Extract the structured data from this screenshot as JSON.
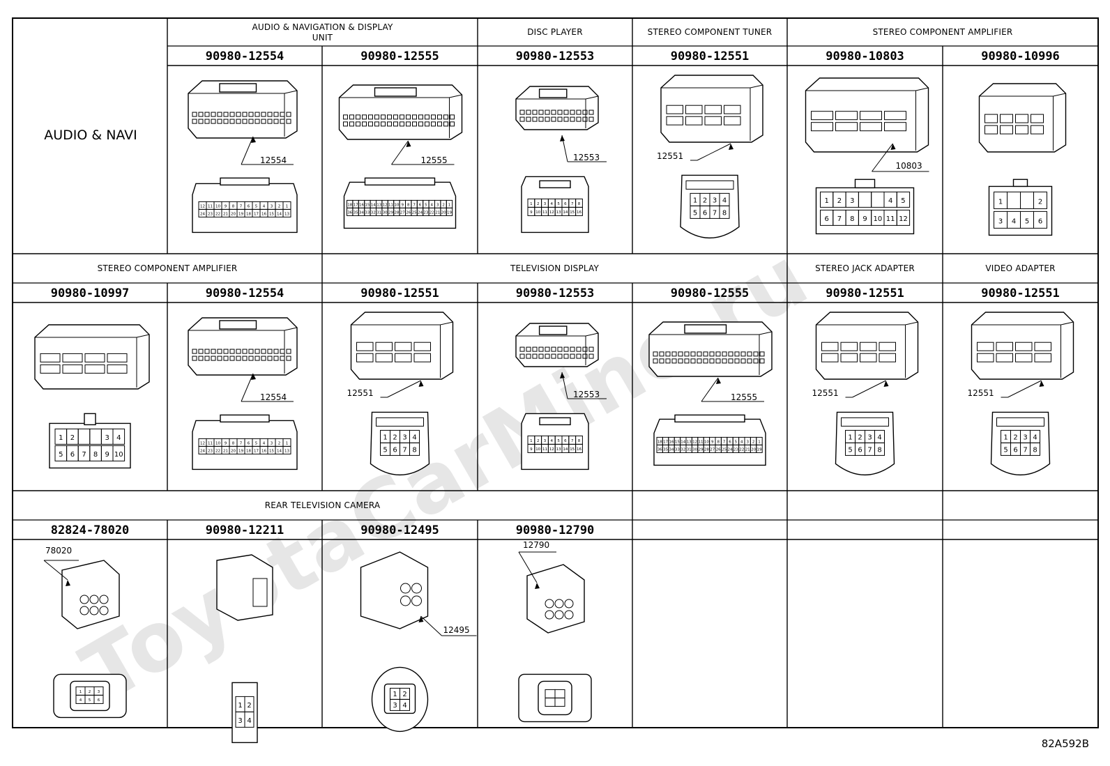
{
  "watermark": "ToyotaCarMine.ru",
  "diagram_code": "82A592B",
  "main_label": "AUDIO & NAVI",
  "sections": [
    {
      "id": "r1s1",
      "line1": "AUDIO & NAVIGATION & DISPLAY",
      "line2": "UNIT"
    },
    {
      "id": "r1s2",
      "line1": "DISC PLAYER",
      "line2": ""
    },
    {
      "id": "r1s3",
      "line1": "STEREO COMPONENT TUNER",
      "line2": ""
    },
    {
      "id": "r1s4",
      "line1": "STEREO COMPONENT AMPLIFIER",
      "line2": ""
    },
    {
      "id": "r2s1",
      "line1": "STEREO COMPONENT AMPLIFIER",
      "line2": ""
    },
    {
      "id": "r2s2",
      "line1": "TELEVISION DISPLAY",
      "line2": ""
    },
    {
      "id": "r2s3",
      "line1": "STEREO JACK ADAPTER",
      "line2": ""
    },
    {
      "id": "r2s4",
      "line1": "VIDEO ADAPTER",
      "line2": ""
    },
    {
      "id": "r3s1",
      "line1": "REAR TELEVISION CAMERA",
      "line2": ""
    }
  ],
  "connectors": [
    {
      "id": "r1c2",
      "part": "90980-12554",
      "callout": "12554",
      "type": "wide2",
      "pins": [
        "12",
        "11",
        "10",
        "9",
        "8",
        "7",
        "6",
        "5",
        "4",
        "3",
        "2",
        "1",
        "24",
        "23",
        "22",
        "21",
        "20",
        "19",
        "18",
        "17",
        "16",
        "15",
        "14",
        "13"
      ]
    },
    {
      "id": "r1c3",
      "part": "90980-12555",
      "callout": "12555",
      "type": "wide3",
      "pins": [
        "18",
        "17",
        "16",
        "15",
        "14",
        "13",
        "12",
        "11",
        "10",
        "9",
        "8",
        "7",
        "6",
        "5",
        "4",
        "3",
        "2",
        "1",
        "36",
        "35",
        "34",
        "33",
        "32",
        "31",
        "30",
        "29",
        "28",
        "27",
        "26",
        "25",
        "24",
        "23",
        "22",
        "21",
        "20",
        "19"
      ]
    },
    {
      "id": "r1c4",
      "part": "90980-12553",
      "callout": "12553",
      "type": "mid16",
      "pins": [
        "1",
        "2",
        "3",
        "4",
        "5",
        "6",
        "7",
        "8",
        "9",
        "10",
        "11",
        "12",
        "13",
        "14",
        "15",
        "16"
      ]
    },
    {
      "id": "r1c5",
      "part": "90980-12551",
      "callout": "12551",
      "type": "sq8",
      "pins": [
        "1",
        "2",
        "3",
        "4",
        "5",
        "6",
        "7",
        "8"
      ]
    },
    {
      "id": "r1c6",
      "part": "90980-10803",
      "callout": "10803",
      "type": "amp12",
      "pins": [
        "1",
        "2",
        "3",
        "4",
        "5",
        "6",
        "7",
        "8",
        "9",
        "10",
        "11",
        "12"
      ]
    },
    {
      "id": "r1c7",
      "part": "90980-10996",
      "callout": "",
      "type": "amp6",
      "pins": [
        "1",
        "2",
        "3",
        "4",
        "5",
        "6"
      ]
    },
    {
      "id": "r2c1",
      "part": "90980-10997",
      "callout": "",
      "type": "amp10",
      "pins": [
        "1",
        "2",
        "3",
        "4",
        "5",
        "6",
        "7",
        "8",
        "9",
        "10"
      ]
    },
    {
      "id": "r2c2",
      "part": "90980-12554",
      "callout": "12554",
      "type": "wide2",
      "pins": [
        "12",
        "11",
        "10",
        "9",
        "8",
        "7",
        "6",
        "5",
        "4",
        "3",
        "2",
        "1",
        "24",
        "23",
        "22",
        "21",
        "20",
        "19",
        "18",
        "17",
        "16",
        "15",
        "14",
        "13"
      ]
    },
    {
      "id": "r2c3",
      "part": "90980-12551",
      "callout": "12551",
      "type": "sq8",
      "pins": [
        "1",
        "2",
        "3",
        "4",
        "5",
        "6",
        "7",
        "8"
      ]
    },
    {
      "id": "r2c4",
      "part": "90980-12553",
      "callout": "12553",
      "type": "mid16",
      "pins": [
        "1",
        "2",
        "3",
        "4",
        "5",
        "6",
        "7",
        "8",
        "9",
        "10",
        "11",
        "12",
        "13",
        "14",
        "15",
        "16"
      ]
    },
    {
      "id": "r2c5",
      "part": "90980-12555",
      "callout": "12555",
      "type": "wide3",
      "pins": [
        "18",
        "17",
        "16",
        "15",
        "14",
        "13",
        "12",
        "11",
        "10",
        "9",
        "8",
        "7",
        "6",
        "5",
        "4",
        "3",
        "2",
        "1",
        "36",
        "35",
        "34",
        "33",
        "32",
        "31",
        "30",
        "29",
        "28",
        "27",
        "26",
        "25",
        "24",
        "23",
        "22",
        "21",
        "20",
        "19"
      ]
    },
    {
      "id": "r2c6",
      "part": "90980-12551",
      "callout": "12551",
      "type": "sq8",
      "pins": [
        "1",
        "2",
        "3",
        "4",
        "5",
        "6",
        "7",
        "8"
      ]
    },
    {
      "id": "r2c7",
      "part": "90980-12551",
      "callout": "12551",
      "type": "sq8",
      "pins": [
        "1",
        "2",
        "3",
        "4",
        "5",
        "6",
        "7",
        "8"
      ]
    },
    {
      "id": "r3c1",
      "part": "82824-78020",
      "callout": "78020",
      "type": "cam6",
      "pins": [
        "1",
        "2",
        "3",
        "4",
        "5",
        "6"
      ]
    },
    {
      "id": "r3c2",
      "part": "90980-12211",
      "callout": "",
      "type": "small4",
      "pins": [
        "1",
        "2",
        "3",
        "4"
      ]
    },
    {
      "id": "r3c3",
      "part": "90980-12495",
      "callout": "12495",
      "type": "round4",
      "pins": [
        "1",
        "2",
        "3",
        "4"
      ]
    },
    {
      "id": "r3c4",
      "part": "90980-12790",
      "callout": "12790",
      "type": "cam4",
      "pins": [
        "",
        "",
        "",
        ""
      ]
    }
  ]
}
